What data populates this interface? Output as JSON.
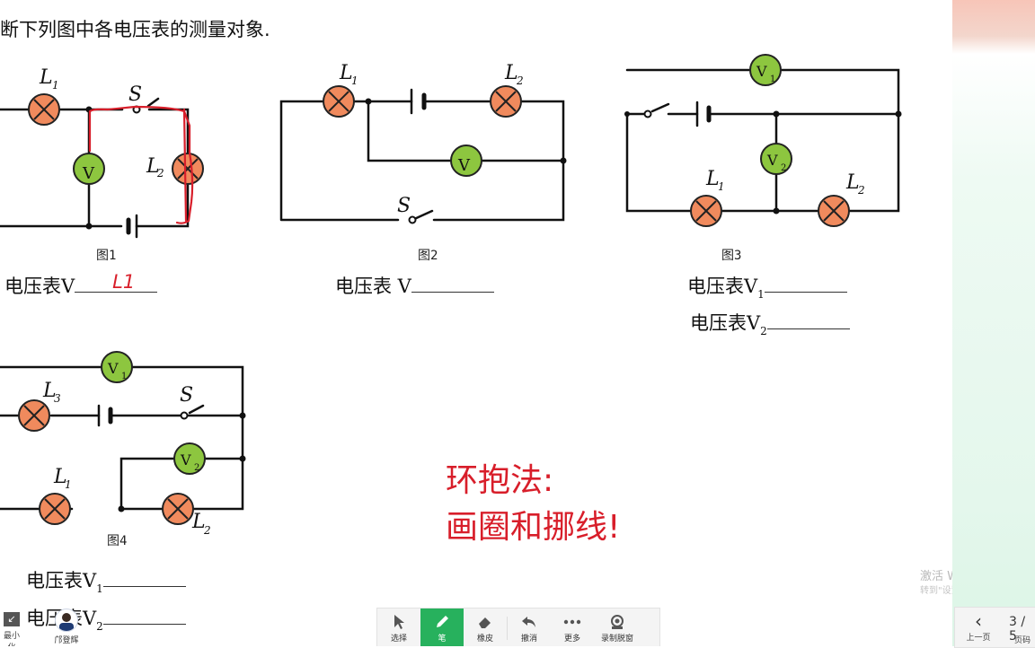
{
  "prompt": "断下列图中各电压表的测量对象.",
  "figures": {
    "f1": {
      "caption": "图1",
      "answer_prefix": "电压表V",
      "handwritten": "L1"
    },
    "f2": {
      "caption": "图2",
      "answer_prefix": "电压表 V"
    },
    "f3": {
      "caption": "图3",
      "answer_v1": "电压表V",
      "answer_v2": "电压表V",
      "sub1": "1",
      "sub2": "2"
    },
    "f4": {
      "caption": "图4",
      "answer_v1": "电压表V",
      "answer_v2": "电压表V",
      "sub1": "1",
      "sub2": "2"
    }
  },
  "note": {
    "line1": "环抱法:",
    "line2": "画圈和挪线!"
  },
  "watermark": {
    "line1": "激活 Windows",
    "line2": "转到\"设置\"以激活 Windows。"
  },
  "toolbar": [
    {
      "label": "选择",
      "icon": "cursor-icon"
    },
    {
      "label": "笔",
      "icon": "pen-icon",
      "active": true
    },
    {
      "label": "橡皮",
      "icon": "eraser-icon"
    },
    {
      "label": "撤消",
      "icon": "undo-icon"
    },
    {
      "label": "更多",
      "icon": "more-icon"
    },
    {
      "label": "录制脱窗",
      "icon": "record-icon"
    }
  ],
  "bottom_left": {
    "minimize_label": "最小化",
    "user_name": "邝登辉"
  },
  "pager": {
    "prev_label": "上一页",
    "page": "3 / 5",
    "page_label": "页码"
  },
  "colors": {
    "lamp": "#f08a5d",
    "meter": "#8dc63f",
    "pen": "#d81e2a",
    "active": "#27b15d"
  }
}
